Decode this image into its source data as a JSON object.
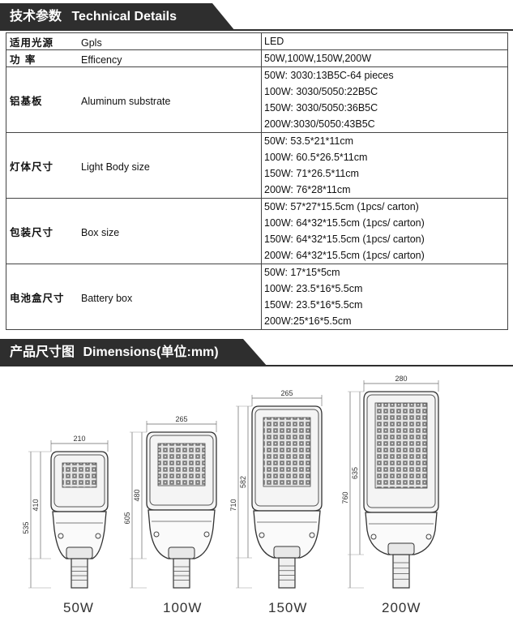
{
  "tech_header": {
    "zh": "技术参数",
    "en": "Technical Details"
  },
  "rows": [
    {
      "zh": "适用光源",
      "en": "Gpls",
      "values": [
        "LED"
      ]
    },
    {
      "zh": "功    率",
      "en": "Efficency",
      "values": [
        "50W,100W,150W,200W"
      ]
    },
    {
      "zh": "铝基板",
      "en": "Aluminum substrate",
      "values": [
        "50W: 3030:13B5C-64 pieces",
        "100W: 3030/5050:22B5C",
        "150W: 3030/5050:36B5C",
        "200W:3030/5050:43B5C"
      ]
    },
    {
      "zh": "灯体尺寸",
      "en": "Light Body size",
      "values": [
        "50W: 53.5*21*11cm",
        "100W: 60.5*26.5*11cm",
        "150W: 71*26.5*11cm",
        "200W: 76*28*11cm"
      ]
    },
    {
      "zh": "包装尺寸",
      "en": "Box size",
      "values": [
        "50W: 57*27*15.5cm (1pcs/ carton)",
        "100W: 64*32*15.5cm (1pcs/ carton)",
        "150W: 64*32*15.5cm (1pcs/ carton)",
        "200W: 64*32*15.5cm (1pcs/ carton)"
      ]
    },
    {
      "zh": "电池盒尺寸",
      "en": "Battery box",
      "values": [
        "50W: 17*15*5cm",
        "100W: 23.5*16*5.5cm",
        "150W: 23.5*16*5.5cm",
        "200W:25*16*5.5cm"
      ]
    }
  ],
  "dims_header": {
    "zh": "产品尺寸图",
    "en": "Dimensions(单位:mm)"
  },
  "models": [
    {
      "caption": "50W",
      "width": "210",
      "height": "410",
      "total": "535"
    },
    {
      "caption": "100W",
      "width": "265",
      "height": "480",
      "total": "605"
    },
    {
      "caption": "150W",
      "width": "265",
      "height": "582",
      "total": "710"
    },
    {
      "caption": "200W",
      "width": "280",
      "height": "635",
      "total": "760"
    }
  ]
}
